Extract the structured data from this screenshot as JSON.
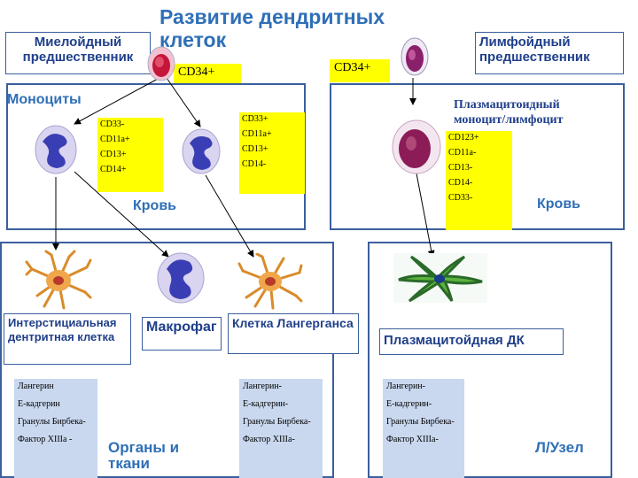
{
  "title": "Развитие дендритных клеток",
  "myeloid_label": "Миелойдный предшественник",
  "lymphoid_label": "Лимфойдный предшественник",
  "cd34_left": "CD34+",
  "cd34_right": "CD34+",
  "monocytes_label": "Моноциты",
  "plasmacytoid_label": "Плазмацитоидный моноцит/лимфоцит",
  "markers_monocyte_1": [
    "CD33-",
    "CD11a+",
    "CD13+",
    "CD14+"
  ],
  "markers_monocyte_2": [
    "CD33+",
    "CD11a+",
    "CD13+",
    "CD14-"
  ],
  "markers_plasmacytoid": [
    "CD123+",
    "CD11a-",
    "CD13-",
    "CD14-",
    "CD33-"
  ],
  "blood_left": "Кровь",
  "blood_right": "Кровь",
  "interstitial_dc_label": "Интерстициальная дентритная клетка",
  "macrophage_label": "Макрофаг",
  "langerhans_label": "Клетка Лангерганса",
  "plasmacytoid_dc_label": "Плазмацитойдная ДК",
  "markers_interstitial": [
    "Лангерин",
    "Е-кадгерин",
    "Гранулы Бирбека-",
    "Фактор XIIIa -"
  ],
  "markers_langerhans": [
    "Лангерин-",
    "Е-кадгерин-",
    "Гранулы Бирбека-",
    "Фактор XIIIa-"
  ],
  "markers_plasmacytoid_dc": [
    "Лангерин-",
    "Е-кадгерин-",
    "Гранулы Бирбека-",
    "Фактор XIIIa-"
  ],
  "organs_label": "Органы и ткани",
  "lymph_node_label": "Л/Узел",
  "colors": {
    "accent": "#2f6fb7",
    "marker_yellow": "#ffff00",
    "marker_blue": "#c9d8ef",
    "border": "#3a5f9e"
  }
}
